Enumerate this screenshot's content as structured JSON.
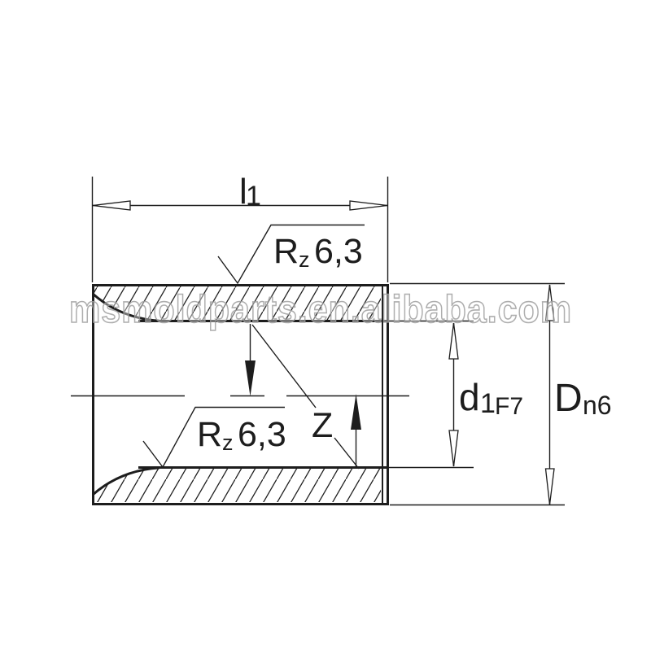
{
  "colors": {
    "background": "#ffffff",
    "line": "#1d1d1d",
    "watermark_outline": "#a0a0a0"
  },
  "drawing": {
    "length_dim": {
      "symbol": "l",
      "subscript": "1"
    },
    "bore_dim": {
      "symbol": "d",
      "subscript": "1",
      "tolerance": "F7"
    },
    "outer_dim": {
      "symbol": "D",
      "tolerance": "n6"
    },
    "roughness_top": {
      "prefix": "R",
      "sub": "z",
      "value": "6,3"
    },
    "roughness_bottom": {
      "prefix": "R",
      "sub": "z",
      "value": "6,3"
    },
    "zone_mark": "Z",
    "watermark": "msmoldparts.en.alibaba.com"
  }
}
